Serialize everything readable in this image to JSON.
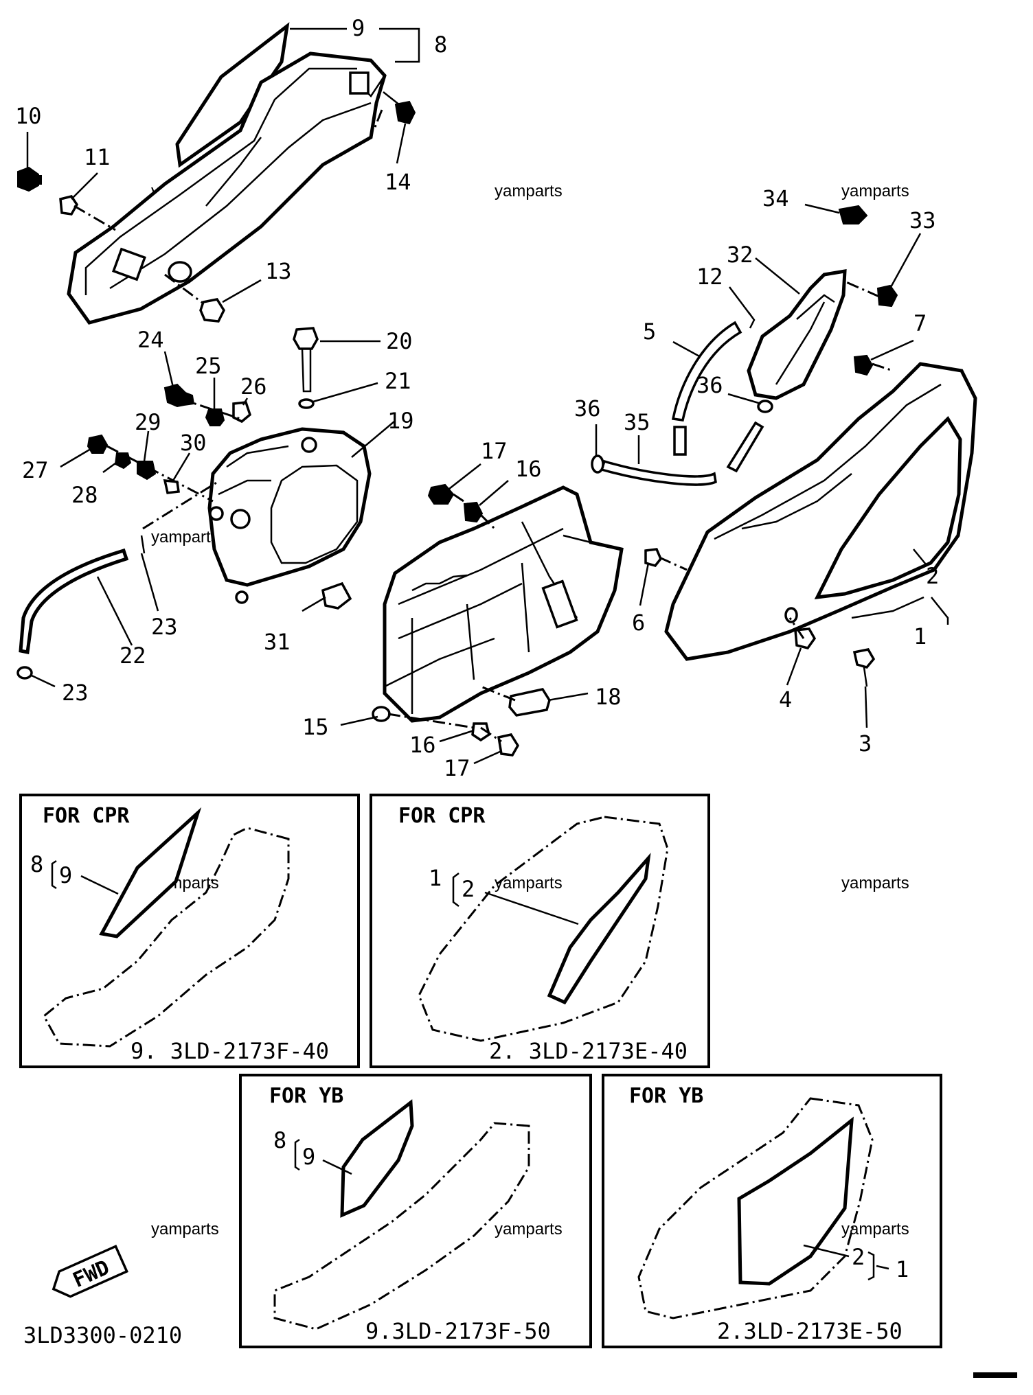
{
  "callouts": {
    "c1": "1",
    "c2": "2",
    "c3": "3",
    "c4": "4",
    "c5": "5",
    "c6": "6",
    "c7": "7",
    "c8": "8",
    "c9": "9",
    "c10": "10",
    "c11": "11",
    "c12": "12",
    "c13": "13",
    "c14": "14",
    "c15": "15",
    "c16a": "16",
    "c16b": "16",
    "c17a": "17",
    "c17b": "17",
    "c18": "18",
    "c19": "19",
    "c20": "20",
    "c21": "21",
    "c22": "22",
    "c23a": "23",
    "c23b": "23",
    "c24": "24",
    "c25": "25",
    "c26": "26",
    "c27": "27",
    "c28": "28",
    "c29": "29",
    "c30": "30",
    "c31": "31",
    "c32": "32",
    "c33": "33",
    "c34": "34",
    "c35": "35",
    "c36a": "36",
    "c36b": "36"
  },
  "watermark": "yamparts",
  "panels": {
    "cpr_left": {
      "title": "FOR CPR",
      "label_outer": "8",
      "label_inner": "9",
      "part_number": "9. 3LD-2173F-40"
    },
    "cpr_right": {
      "title": "FOR CPR",
      "label_outer": "1",
      "label_inner": "2",
      "part_number": "2. 3LD-2173E-40"
    },
    "yb_left": {
      "title": "FOR YB",
      "label_outer": "8",
      "label_inner": "9",
      "part_number": "9.3LD-2173F-50"
    },
    "yb_right": {
      "title": "FOR YB",
      "label_outer": "1",
      "label_inner": "2",
      "part_number": "2.3LD-2173E-50"
    }
  },
  "fwd_label": "FWD",
  "diagram_code": "3LD3300-0210"
}
